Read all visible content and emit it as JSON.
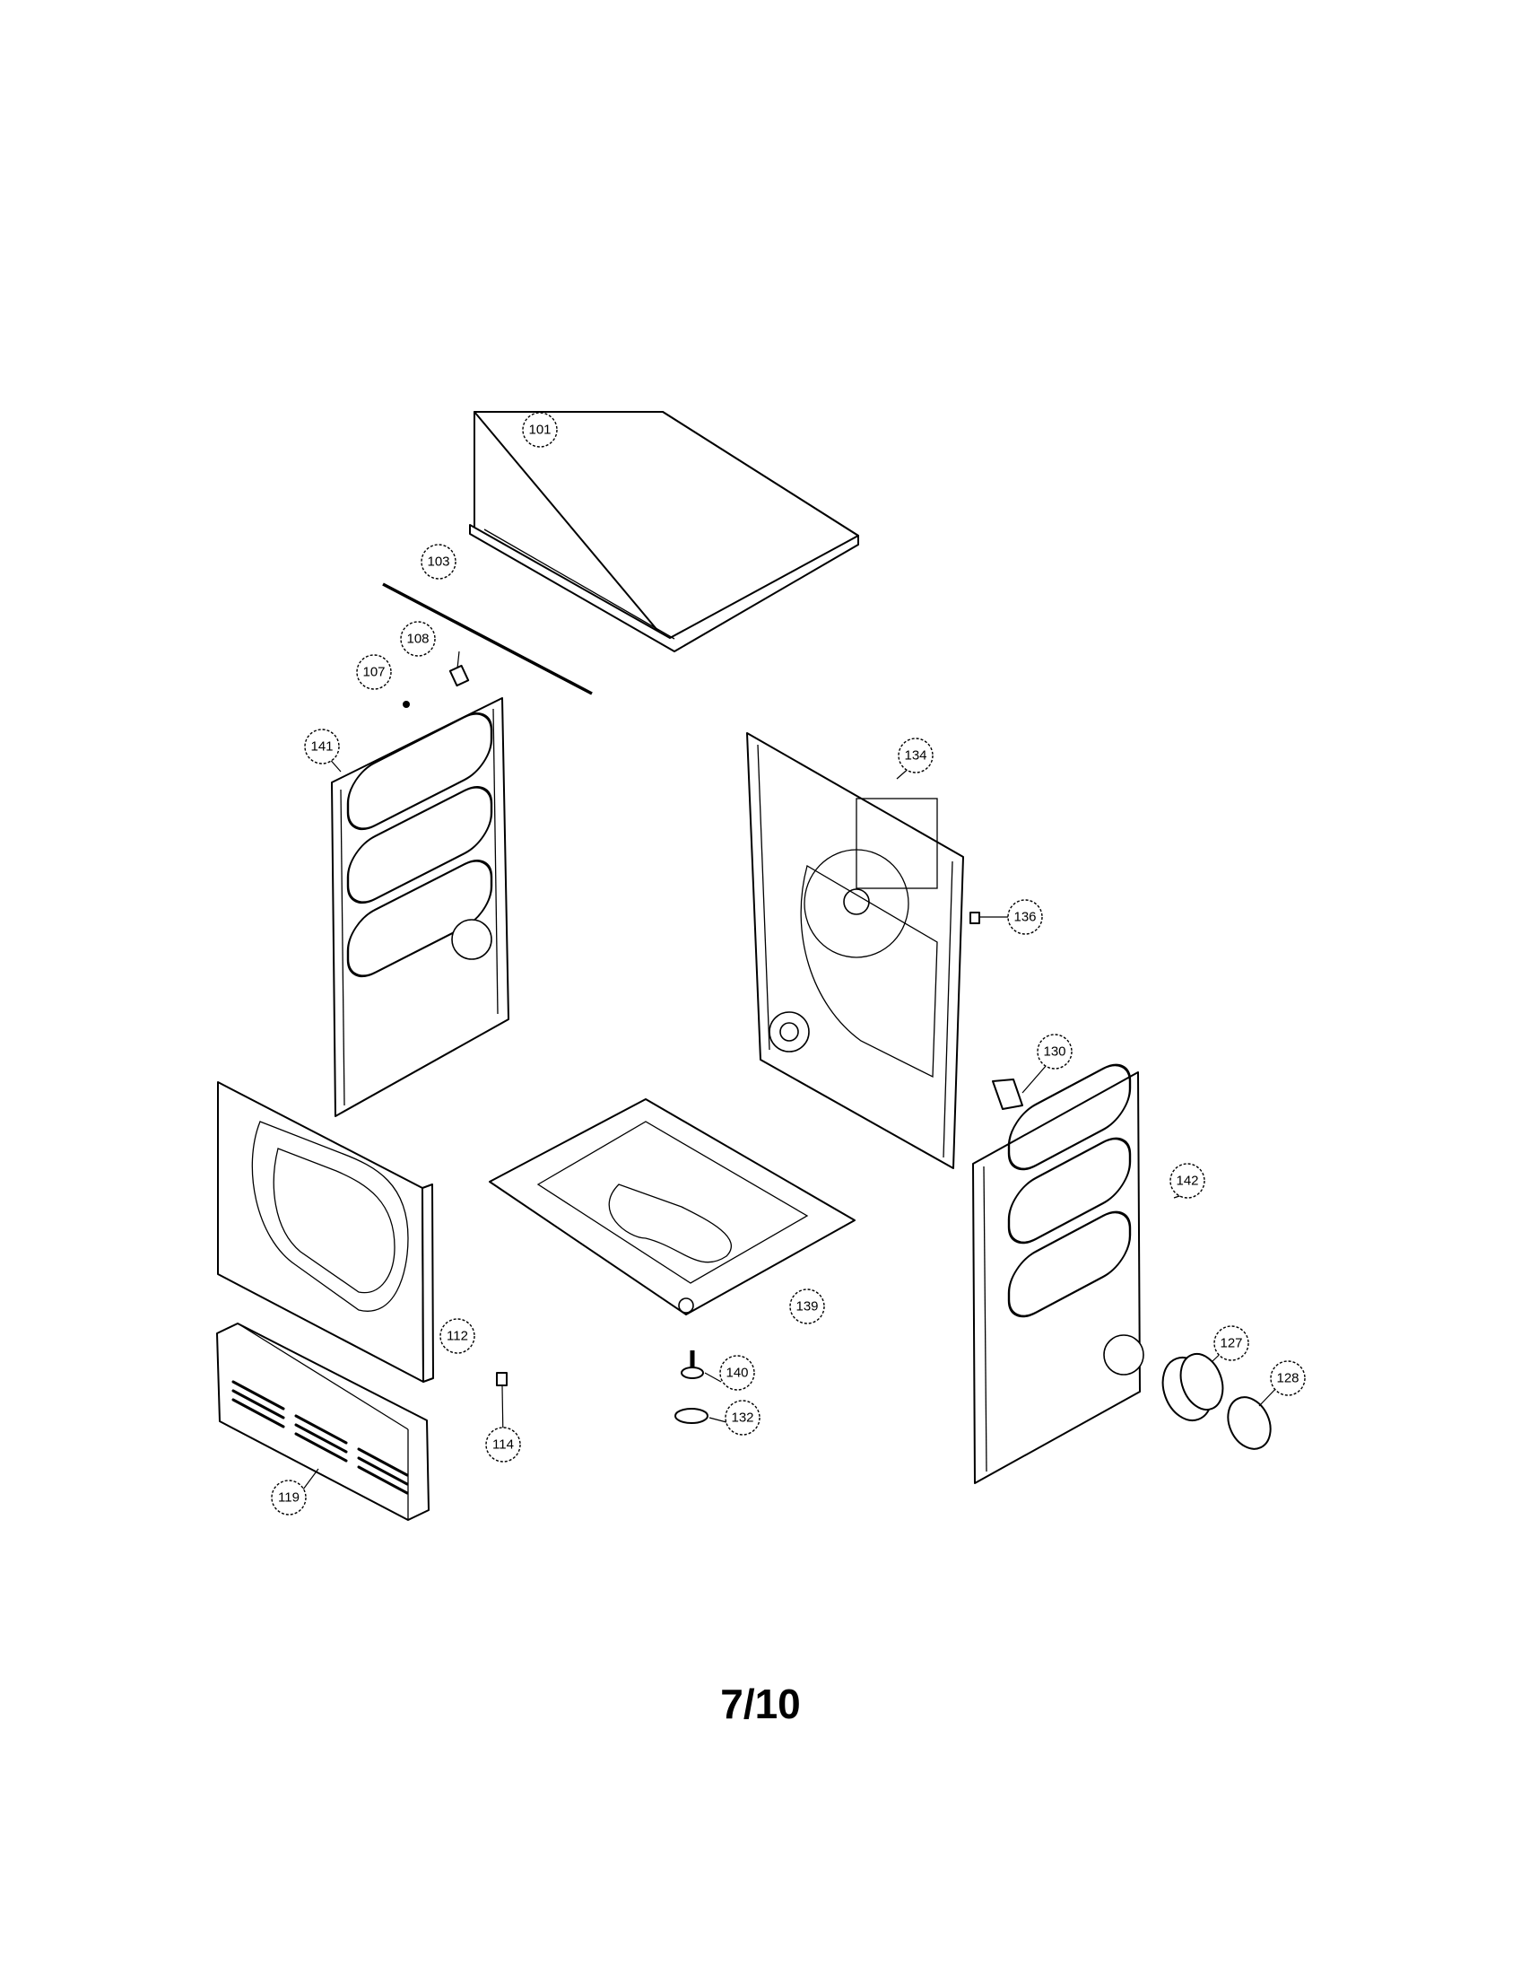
{
  "page_number": "7/10",
  "callouts": [
    {
      "id": "c101",
      "label": "101"
    },
    {
      "id": "c103",
      "label": "103"
    },
    {
      "id": "c108",
      "label": "108"
    },
    {
      "id": "c107",
      "label": "107"
    },
    {
      "id": "c141",
      "label": "141"
    },
    {
      "id": "c134",
      "label": "134"
    },
    {
      "id": "c136",
      "label": "136"
    },
    {
      "id": "c130",
      "label": "130"
    },
    {
      "id": "c142",
      "label": "142"
    },
    {
      "id": "c112",
      "label": "112"
    },
    {
      "id": "c139",
      "label": "139"
    },
    {
      "id": "c140",
      "label": "140"
    },
    {
      "id": "c132",
      "label": "132"
    },
    {
      "id": "c114",
      "label": "114"
    },
    {
      "id": "c119",
      "label": "119"
    },
    {
      "id": "c127",
      "label": "127"
    },
    {
      "id": "c128",
      "label": "128"
    }
  ]
}
